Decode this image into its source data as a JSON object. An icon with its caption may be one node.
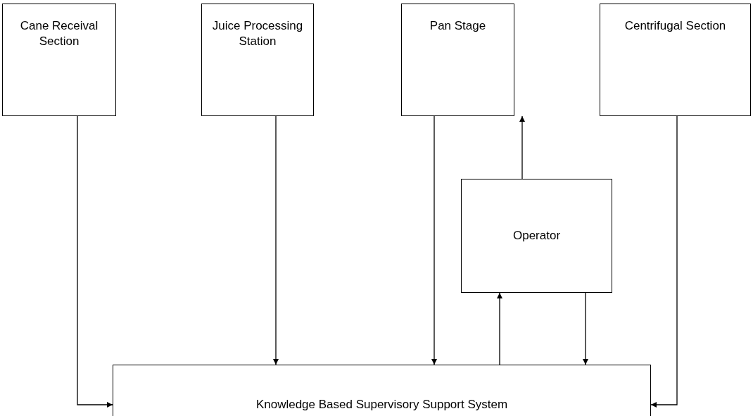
{
  "diagram": {
    "nodes": [
      {
        "text": [
          "Cane Receival Section"
        ]
      },
      {
        "text": [
          "Juice Processing Station"
        ]
      },
      {
        "text": [
          "Pan Stage"
        ]
      },
      {
        "text": [
          "Centrifugal Section"
        ]
      },
      {
        "text": [
          "Operator"
        ]
      },
      {
        "text": [
          "Knowledge Based Supervisory Support System"
        ]
      }
    ],
    "edges": [
      {
        "from": 0,
        "to": 5,
        "arrow": "to"
      },
      {
        "from": 1,
        "to": 5,
        "arrow": "to"
      },
      {
        "from": 2,
        "to": 5,
        "arrow": "to"
      },
      {
        "from": 4,
        "to": 2,
        "arrow": "to"
      },
      {
        "from": 5,
        "to": 4,
        "arrow": "to"
      },
      {
        "from": 4,
        "to": 5,
        "arrow": "to"
      },
      {
        "from": 3,
        "to": 5,
        "arrow": "to"
      }
    ]
  }
}
